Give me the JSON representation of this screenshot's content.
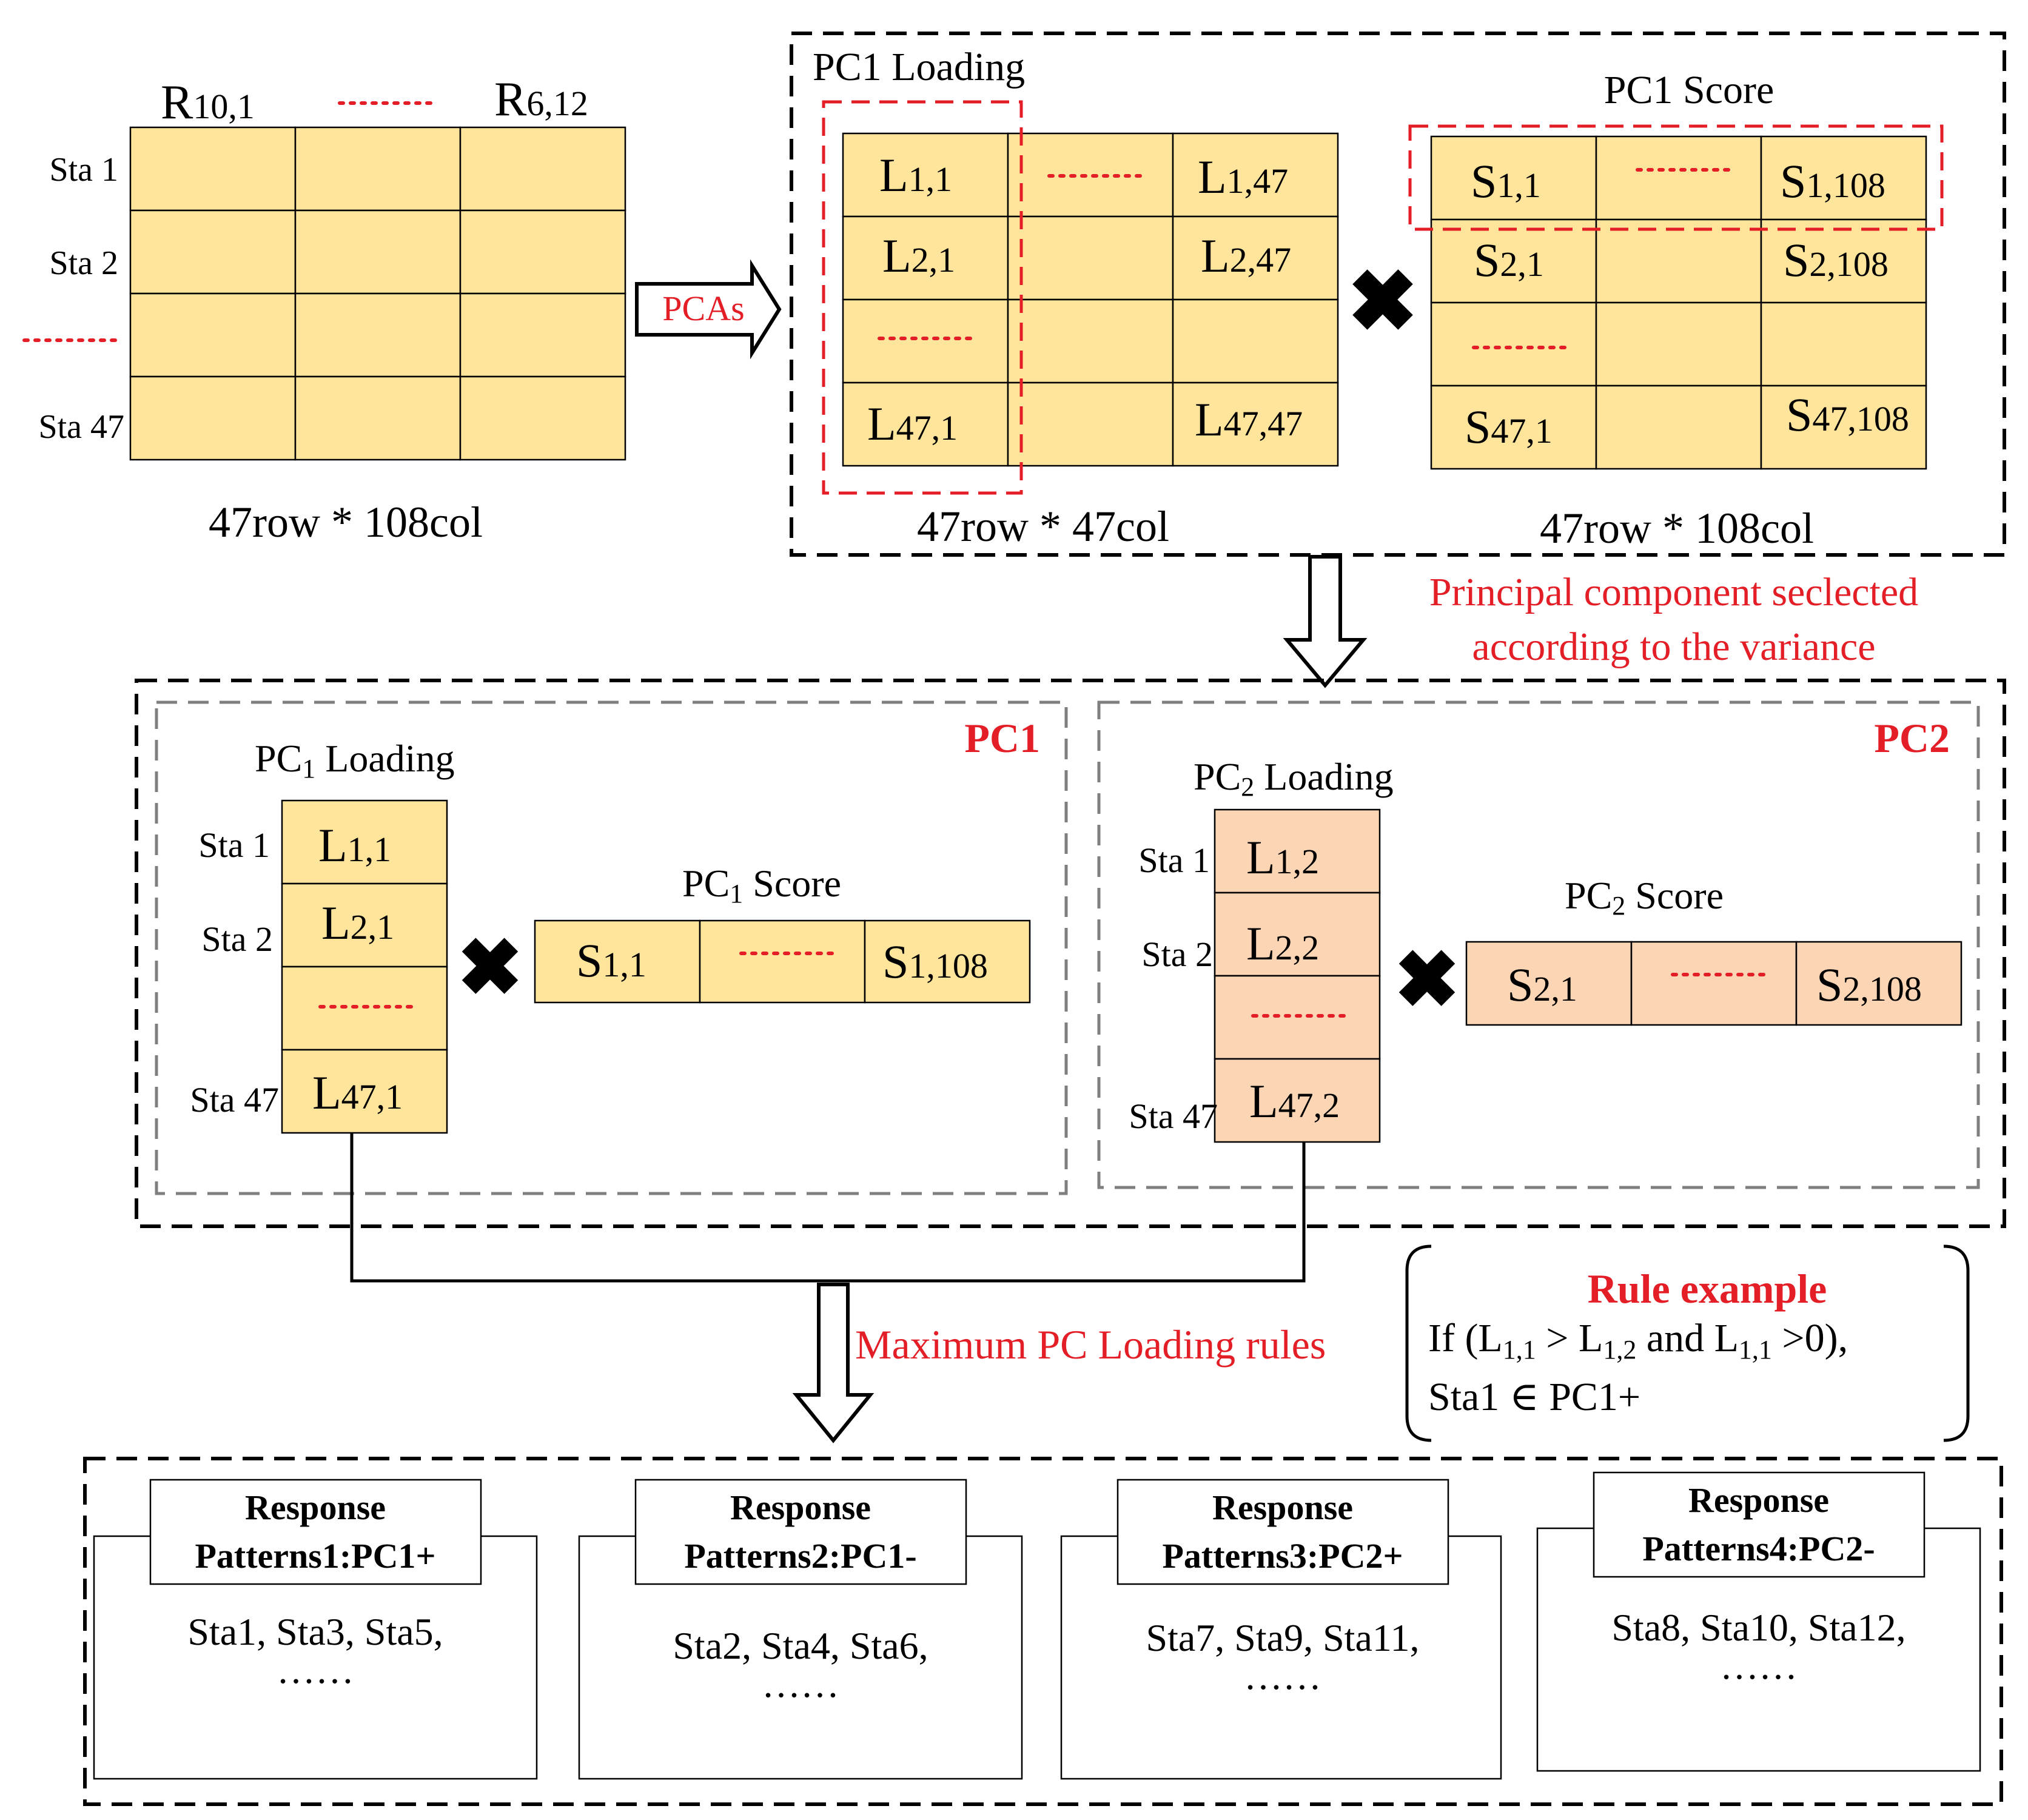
{
  "colors": {
    "yellow_fill": "#FFE49B",
    "orange_fill": "#FCD5B5",
    "accent_red": "#E41E26",
    "gray_dash": "#7F7F7F",
    "black": "#000000"
  },
  "icons": [
    "multiply-icon",
    "block-arrow-right-icon",
    "block-arrow-down-icon",
    "dotted-ellipsis"
  ],
  "input_matrix": {
    "col_first": "R",
    "col_first_sub": "10,1",
    "col_last": "R",
    "col_last_sub": "6,12",
    "row_labels": [
      "Sta 1",
      "Sta 2",
      "Sta 47"
    ],
    "dims": "47row * 108col"
  },
  "pcas_arrow_label": "PCAs",
  "loading_matrix": {
    "title": "PC1 Loading",
    "cells": {
      "r1c1": {
        "base": "L",
        "sub": "1,1"
      },
      "r1c3": {
        "base": "L",
        "sub": "1,47"
      },
      "r2c1": {
        "base": "L",
        "sub": "2,1"
      },
      "r2c3": {
        "base": "L",
        "sub": "2,47"
      },
      "r4c1": {
        "base": "L",
        "sub": "47,1"
      },
      "r4c3": {
        "base": "L",
        "sub": "47,47"
      }
    },
    "dims": "47row * 47col"
  },
  "score_matrix": {
    "title": "PC1 Score",
    "cells": {
      "r1c1": {
        "base": "S",
        "sub": "1,1"
      },
      "r1c3": {
        "base": "S",
        "sub": "1,108"
      },
      "r2c1": {
        "base": "S",
        "sub": "2,1"
      },
      "r2c3": {
        "base": "S",
        "sub": "2,108"
      },
      "r4c1": {
        "base": "S",
        "sub": "47,1"
      },
      "r4c3": {
        "base": "S",
        "sub": "47,108"
      }
    },
    "dims": "47row * 108col"
  },
  "selection_note": {
    "line1": "Principal component seclected",
    "line2": "according to  the variance"
  },
  "pc1_panel": {
    "tag": "PC1",
    "loading_title": {
      "pre": "PC",
      "sub": "1",
      "post": " Loading"
    },
    "score_title": {
      "pre": "PC",
      "sub": "1",
      "post": " Score"
    },
    "row_labels": [
      "Sta 1",
      "Sta 2",
      "Sta 47"
    ],
    "loading_cells": [
      {
        "base": "L",
        "sub": "1,1"
      },
      {
        "base": "L",
        "sub": "2,1"
      },
      {
        "base": "L",
        "sub": "47,1"
      }
    ],
    "score_cells": [
      {
        "base": "S",
        "sub": "1,1"
      },
      {
        "base": "S",
        "sub": "1,108"
      }
    ]
  },
  "pc2_panel": {
    "tag": "PC2",
    "loading_title": {
      "pre": "PC",
      "sub": "2",
      "post": " Loading"
    },
    "score_title": {
      "pre": "PC",
      "sub": "2",
      "post": " Score"
    },
    "row_labels": [
      "Sta 1",
      "Sta 2",
      "Sta 47"
    ],
    "loading_cells": [
      {
        "base": "L",
        "sub": "1,2"
      },
      {
        "base": "L",
        "sub": "2,2"
      },
      {
        "base": "L",
        "sub": "47,2"
      }
    ],
    "score_cells": [
      {
        "base": "S",
        "sub": "2,1"
      },
      {
        "base": "S",
        "sub": "2,108"
      }
    ]
  },
  "rules_arrow_label": "Maximum PC Loading rules",
  "rule_example": {
    "title": "Rule example",
    "line1_pre": "If (L",
    "line1_sub1": "1,1",
    "line1_mid1": " > L",
    "line1_sub2": "1,2",
    "line1_mid2": " and L",
    "line1_sub3": "1,1",
    "line1_post": " >0),",
    "line2": "Sta1 ∈ PC1+"
  },
  "patterns": [
    {
      "title_line1": "Response",
      "title_line2": "Patterns1:PC1+",
      "members": "Sta1, Sta3, Sta5,",
      "more": "……"
    },
    {
      "title_line1": "Response",
      "title_line2": "Patterns2:PC1-",
      "members": "Sta2, Sta4, Sta6,",
      "more": "……"
    },
    {
      "title_line1": "Response",
      "title_line2": "Patterns3:PC2+",
      "members": "Sta7, Sta9, Sta11,",
      "more": "……"
    },
    {
      "title_line1": "Response",
      "title_line2": "Patterns4:PC2-",
      "members": "Sta8, Sta10, Sta12,",
      "more": "……"
    }
  ]
}
